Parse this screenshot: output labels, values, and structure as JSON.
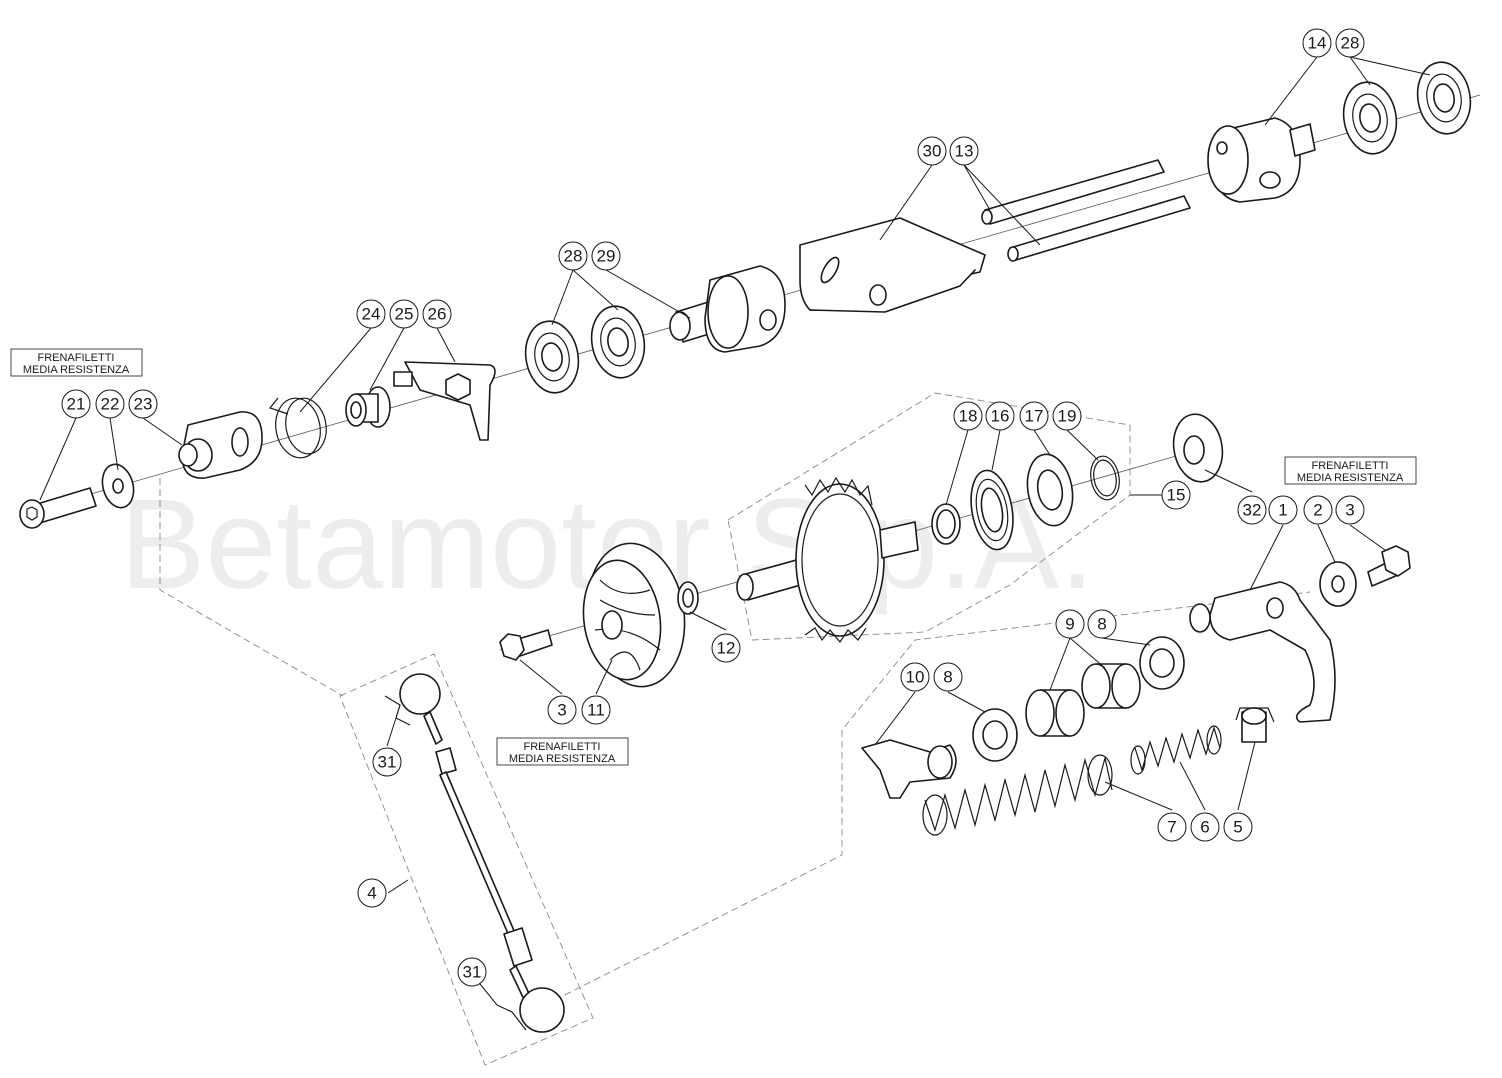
{
  "watermark": "Betamotor S.p.A.",
  "note": {
    "line1": "FRENAFILETTI",
    "line2": "MEDIA RESISTENZA"
  },
  "callouts": [
    "1",
    "2",
    "3",
    "4",
    "5",
    "6",
    "7",
    "8",
    "9",
    "10",
    "11",
    "12",
    "13",
    "14",
    "15",
    "16",
    "17",
    "18",
    "19",
    "21",
    "22",
    "23",
    "24",
    "25",
    "26",
    "28",
    "29",
    "30",
    "31",
    "32"
  ],
  "colors": {
    "line": "#1a1a1a",
    "dashed": "#8a8a8a",
    "watermark": "#000000"
  }
}
